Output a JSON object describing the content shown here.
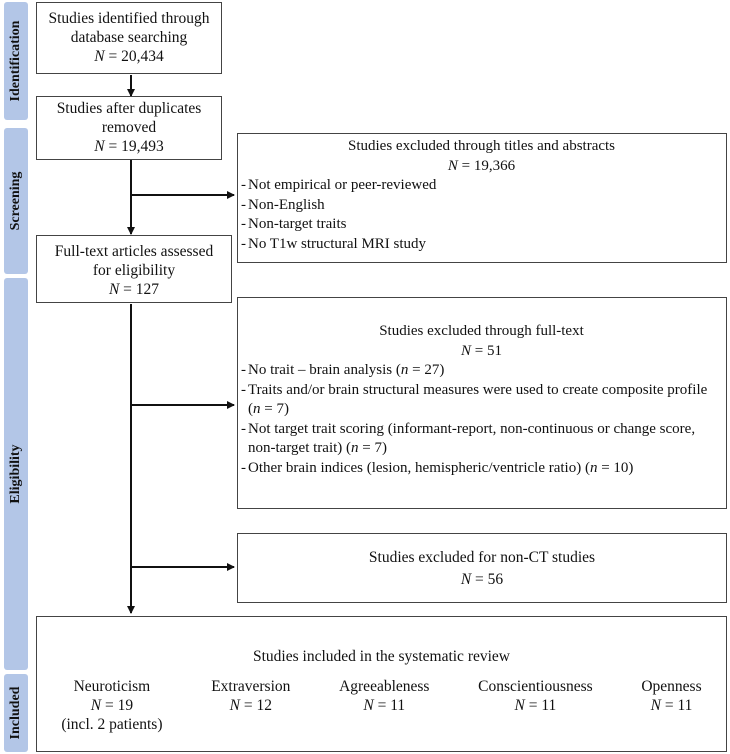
{
  "stages": [
    {
      "id": "identification",
      "label": "Identification"
    },
    {
      "id": "screening",
      "label": "Screening"
    },
    {
      "id": "eligibility",
      "label": "Eligibility"
    },
    {
      "id": "included",
      "label": "Included"
    }
  ],
  "identified": {
    "line1": "Studies identified through",
    "line2": "database searching",
    "n_prefix": "N",
    "n_value": "= 20,434"
  },
  "after_duplicates": {
    "line1": "Studies after duplicates",
    "line2": "removed",
    "n_prefix": "N",
    "n_value": "= 19,493"
  },
  "fulltext_assessed": {
    "line1": "Full-text articles assessed",
    "line2": "for eligibility",
    "n_prefix": "N",
    "n_value": "= 127"
  },
  "excluded_titles": {
    "heading": "Studies excluded through titles and abstracts",
    "n_prefix": "N",
    "n_value": "= 19,366",
    "items": [
      "Not empirical or peer-reviewed",
      "Non-English",
      "Non-target traits",
      "No T1w structural MRI study"
    ]
  },
  "excluded_fulltext": {
    "heading": "Studies excluded through full-text",
    "n_prefix": "N",
    "n_value": "= 51",
    "items": [
      {
        "text": "No trait – brain analysis (",
        "n": "n",
        "rest": " = 27)"
      },
      {
        "text": "Traits and/or brain structural measures were used to create composite profile (",
        "n": "n",
        "rest": " = 7)"
      },
      {
        "text": "Not target trait scoring (informant-report, non-continuous or change score, non-target trait) (",
        "n": "n",
        "rest": " = 7)"
      },
      {
        "text": "Other brain indices (lesion, hemispheric/ventricle ratio) (",
        "n": "n",
        "rest": " = 10)"
      }
    ]
  },
  "excluded_nonct": {
    "heading": "Studies excluded for non-CT studies",
    "n_prefix": "N",
    "n_value": "=  56"
  },
  "included": {
    "heading": "Studies included in the systematic review",
    "traits": [
      {
        "name": "Neuroticism",
        "n_prefix": "N",
        "n_value": " = 19",
        "note": "(incl. 2 patients)"
      },
      {
        "name": "Extraversion",
        "n_prefix": "N",
        "n_value": " = 12",
        "note": ""
      },
      {
        "name": "Agreeableness",
        "n_prefix": "N",
        "n_value": " = 11",
        "note": ""
      },
      {
        "name": "Conscientiousness",
        "n_prefix": "N",
        "n_value": " = 11",
        "note": ""
      },
      {
        "name": "Openness",
        "n_prefix": "N",
        "n_value": " = 11",
        "note": ""
      }
    ]
  }
}
